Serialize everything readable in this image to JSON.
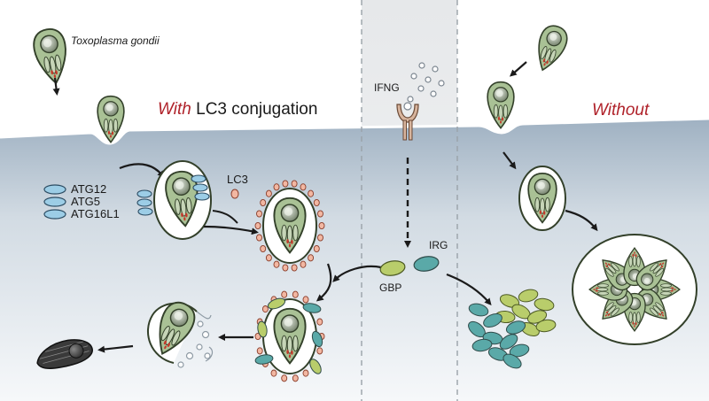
{
  "labels": {
    "organism": "Toxoplasma gondii",
    "with_prefix": "With",
    "with_suffix": " LC3 conjugation",
    "without": "Without",
    "ifng": "IFNG",
    "lc3": "LC3",
    "atg12": "ATG12",
    "atg5": "ATG5",
    "atg16l1": "ATG16L1",
    "irg": "IRG",
    "gbp": "GBP"
  },
  "colors": {
    "parasite_fill": "#a9c195",
    "parasite_outline": "#33402a",
    "nucleus": "#8a9a80",
    "atg_fill": "#9ccde6",
    "lc3_fill": "#f2b7a2",
    "irg_fill": "#5aa9a8",
    "gbp_fill": "#b9cd6b",
    "cytoplasm_top": "#9fb1c2",
    "cytoplasm_bottom": "#f4f6f8",
    "headline_red": "#b0232b"
  }
}
